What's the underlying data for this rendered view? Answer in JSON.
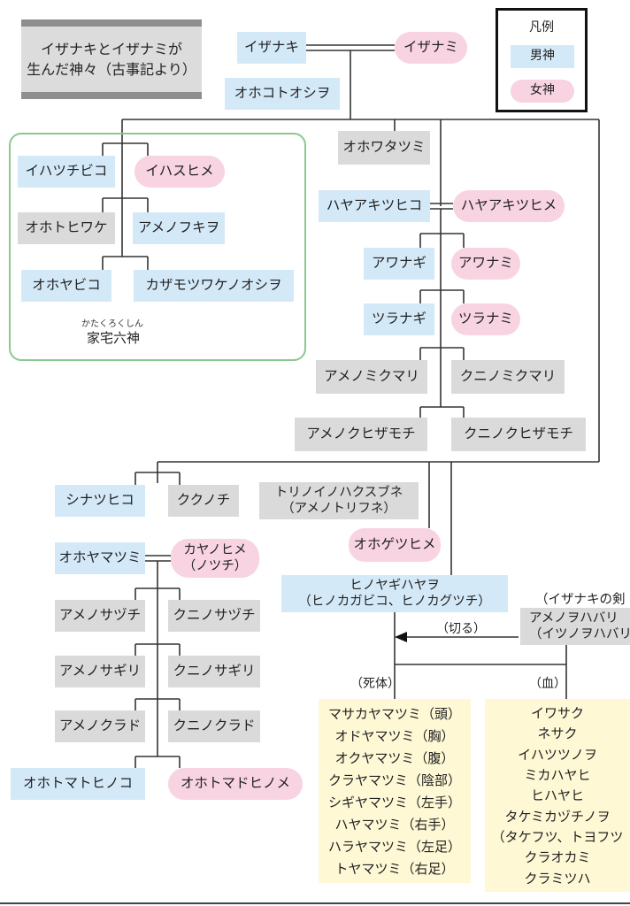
{
  "title": {
    "line1": "イザナキとイザナミが",
    "line2": "生んだ神々（古事記より）"
  },
  "legend": {
    "title": "凡例",
    "male": "男神",
    "female": "女神"
  },
  "nodes": {
    "izanaki": "イザナキ",
    "izanami": "イザナミ",
    "ohokotooshio": "オホコトオシヲ",
    "ohowatatsumi": "オホワタツミ",
    "ihatsuchibiko": "イハツチビコ",
    "ihasuhime": "イハスヒメ",
    "ohotohiwake": "オホトヒワケ",
    "amenofukio": "アメノフキヲ",
    "ohoyabiko": "オホヤビコ",
    "kazamotsuwake": "カザモツワケノオシヲ",
    "hayaakitsuhiko": "ハヤアキツヒコ",
    "hayaakitsuhime": "ハヤアキツヒメ",
    "awanagi": "アワナギ",
    "awanami": "アワナミ",
    "tsuranagi": "ツラナギ",
    "tsuranami": "ツラナミ",
    "amenomikumari": "アメノミクマリ",
    "kuninomikumari": "クニノミクマリ",
    "amenokuhizamochi": "アメノクヒザモチ",
    "kuninokuhizamochi": "クニノクヒザモチ",
    "shinatsuhiko": "シナツヒコ",
    "kukunochi": "ククノチ",
    "torinoiwa_l1": "トリノイノハクスブネ",
    "torinoiwa_l2": "（アメノトリフネ）",
    "ohogetsuhime": "オホゲツヒメ",
    "ohoyamatsumi": "オホヤマツミ",
    "kayanohime_l1": "カヤノヒメ",
    "kayanohime_l2": "（ノツチ）",
    "hinoyagi_l1": "ヒノヤギハヤヲ",
    "hinoyagi_l2": "（ヒノカガビコ、ヒノカグツチ）",
    "amenosazuchi": "アメノサヅチ",
    "kuninosazuchi": "クニノサヅチ",
    "amenosagiri": "アメノサギリ",
    "kuninosagiri": "クニノサギリ",
    "amenokurado": "アメノクラド",
    "kuninokurado": "クニノクラド",
    "ohotomatohiko": "オホトマトヒノコ",
    "ohotomatohime": "オホトマドヒノメ",
    "sword_l1": "アメノヲハバリ",
    "sword_l2": "（イツノヲハバリ"
  },
  "group": {
    "furigana": "かたくろくしん",
    "label": "家宅六神"
  },
  "labels": {
    "sword_caption": "（イザナキの剣",
    "kiru": "（切る）",
    "shitai": "（死体）",
    "chi": "（血）"
  },
  "corpse_gods": [
    "マサカヤマツミ（頭）",
    "オドヤマツミ（胸）",
    "オクヤマツミ（腹）",
    "クラヤマツミ（陰部）",
    "シギヤマツミ（左手）",
    "ハヤマツミ（右手）",
    "ハラヤマツミ（左足）",
    "トヤマツミ（右足）"
  ],
  "blood_gods": [
    "イワサク",
    "ネサク",
    "イハツツノヲ",
    "ミカハヤヒ",
    "ヒハヤヒ",
    "タケミカヅチノヲ",
    "（タケフツ、トヨフツ",
    "クラオカミ",
    "クラミツハ"
  ],
  "colors": {
    "male": "#d4e9f8",
    "female": "#f8d3e1",
    "grey": "#dadada",
    "yellow": "#fef8d5",
    "group_border": "#8bc78f"
  }
}
